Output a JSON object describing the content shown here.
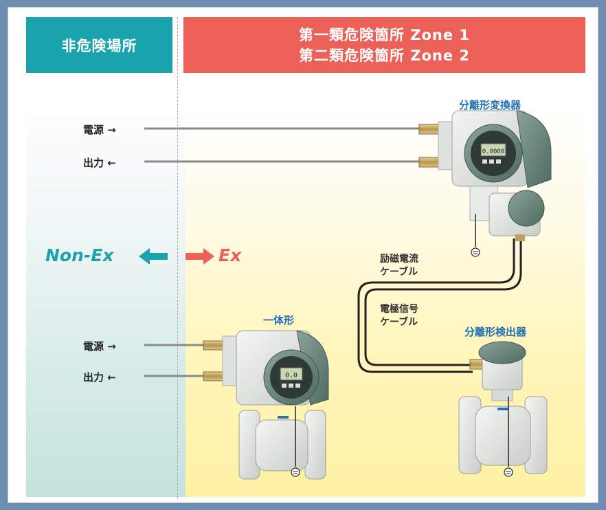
{
  "header": {
    "nonex_title": "非危険場所",
    "ex_title_line1": "第一類危険箇所 Zone 1",
    "ex_title_line2": "第二類危険箇所 Zone 2"
  },
  "separate_converter": {
    "label": "分離形変換器",
    "display_value": "0.0000"
  },
  "integral": {
    "label": "一体形",
    "display_value": "0.0"
  },
  "separate_detector": {
    "label": "分離形検出器"
  },
  "signals": {
    "power_top": "電源 →",
    "output_top": "出力 ←",
    "power_bottom": "電源 →",
    "output_bottom": "出力 ←"
  },
  "cables": {
    "excitation_line1": "励磁電流",
    "excitation_line2": "ケーブル",
    "electrode_line1": "電極信号",
    "electrode_line2": "ケーブル"
  },
  "areas": {
    "nonex": "Non-Ex",
    "ex": "Ex"
  },
  "colors": {
    "teal": "#1aa3ad",
    "salmon": "#ec6157",
    "device_label_blue": "#1f6fb6",
    "nonex_fill": "#cfe7e4",
    "ex_fill": "#fff3b0"
  }
}
